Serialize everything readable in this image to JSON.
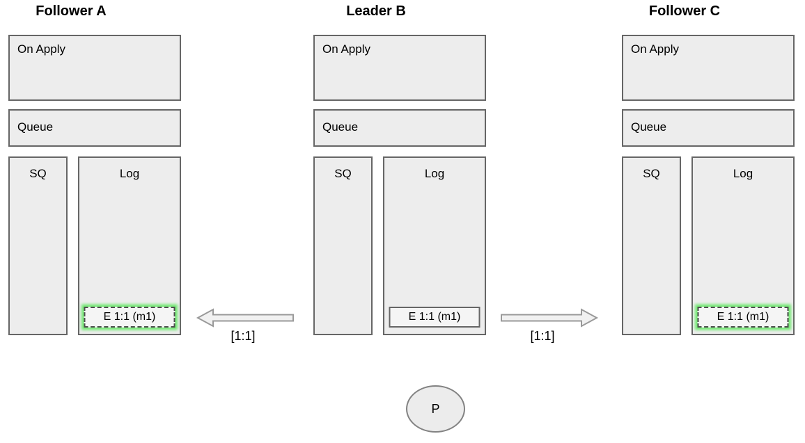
{
  "nodes": [
    {
      "id": "follower-a",
      "title": "Follower A",
      "on_apply_label": "On Apply",
      "queue_label": "Queue",
      "sq_label": "SQ",
      "log_label": "Log",
      "log_entry": "E 1:1 (m1)",
      "entry_style": "dashed-green-glow"
    },
    {
      "id": "leader-b",
      "title": "Leader B",
      "on_apply_label": "On Apply",
      "queue_label": "Queue",
      "sq_label": "SQ",
      "log_label": "Log",
      "log_entry": "E 1:1 (m1)",
      "entry_style": "solid"
    },
    {
      "id": "follower-c",
      "title": "Follower C",
      "on_apply_label": "On Apply",
      "queue_label": "Queue",
      "sq_label": "SQ",
      "log_label": "Log",
      "log_entry": "E 1:1 (m1)",
      "entry_style": "dashed-green-glow"
    }
  ],
  "arrows": [
    {
      "direction": "left",
      "from": "Leader B",
      "to": "Follower A",
      "label": "[1:1]"
    },
    {
      "direction": "right",
      "from": "Leader B",
      "to": "Follower C",
      "label": "[1:1]"
    }
  ],
  "process": {
    "label": "P"
  },
  "colors": {
    "background": "#ffffff",
    "box_fill": "#ededed",
    "box_border": "#666666",
    "entry_fill": "#f5f5f5",
    "entry_dashed_border": "#4d4d4d",
    "highlight_green": "#6fe86f",
    "arrow_fill": "#f1f1f1",
    "arrow_stroke": "#999999",
    "text": "#000000"
  }
}
